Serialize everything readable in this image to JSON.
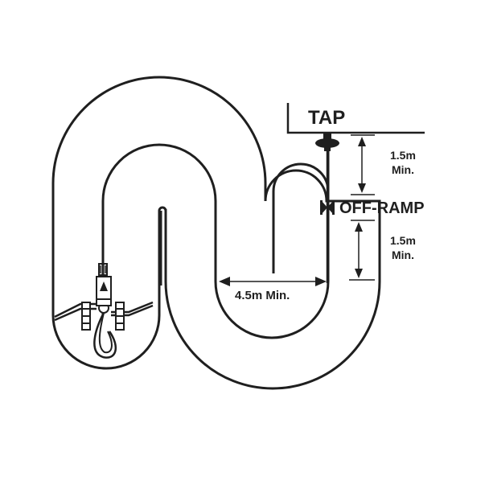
{
  "diagram": {
    "tap_label": "TAP",
    "offramp_label": "OFF-RAMP",
    "dim_upper_line1": "1.5m",
    "dim_upper_line2": "Min.",
    "dim_lower_line1": "1.5m",
    "dim_lower_line2": "Min.",
    "dim_width": "4.5m Min.",
    "colors": {
      "line": "#1f1f1f",
      "background": "#ffffff"
    }
  }
}
